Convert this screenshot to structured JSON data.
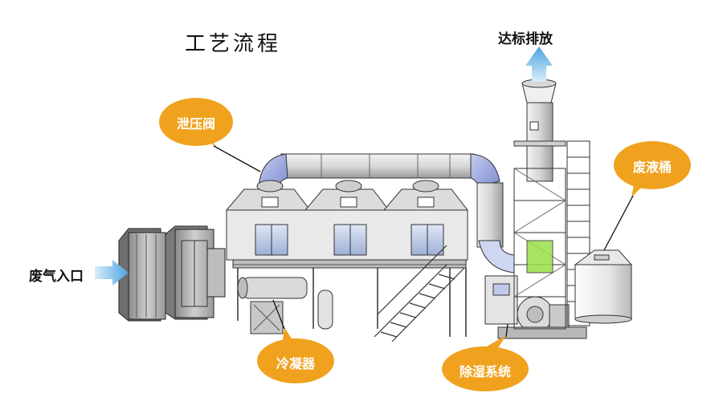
{
  "title": "工艺流程",
  "labels": {
    "exhaust": "达标排放",
    "inlet": "废气入口"
  },
  "callouts": {
    "relief_valve": "泄压阀",
    "waste_drum": "废液桶",
    "condenser": "冷凝器",
    "dehumidifier": "除湿系统"
  },
  "colors": {
    "callout": "#f0a21e",
    "arrow": "#6bb8e8",
    "duct_highlight": "#9aa8e0",
    "green_section": "#9ae04a"
  }
}
